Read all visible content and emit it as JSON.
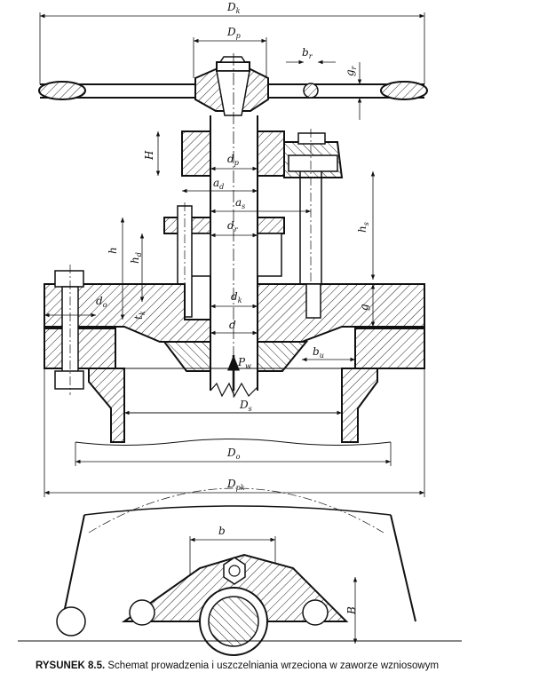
{
  "labels": {
    "Dk": {
      "main": "D",
      "sub": "k"
    },
    "Dp": {
      "main": "D",
      "sub": "p"
    },
    "br": {
      "main": "b",
      "sub": "r"
    },
    "gr": {
      "main": "g",
      "sub": "r"
    },
    "H": {
      "main": "H",
      "sub": ""
    },
    "dp": {
      "main": "d",
      "sub": "p"
    },
    "ad": {
      "main": "a",
      "sub": "d"
    },
    "as": {
      "main": "a",
      "sub": "s"
    },
    "hs": {
      "main": "h",
      "sub": "s"
    },
    "dr": {
      "main": "d",
      "sub": "r"
    },
    "h": {
      "main": "h",
      "sub": ""
    },
    "hd": {
      "main": "h",
      "sub": "d"
    },
    "do": {
      "main": "d",
      "sub": "o"
    },
    "tk": {
      "main": "t",
      "sub": "k"
    },
    "dk": {
      "main": "d",
      "sub": "k"
    },
    "g": {
      "main": "g",
      "sub": ""
    },
    "d": {
      "main": "d",
      "sub": ""
    },
    "Pw": {
      "main": "P",
      "sub": "w"
    },
    "bu": {
      "main": "b",
      "sub": "u"
    },
    "Ds": {
      "main": "D",
      "sub": "s"
    },
    "Do": {
      "main": "D",
      "sub": "o"
    },
    "Dpk": {
      "main": "D",
      "sub": "pk"
    },
    "b": {
      "main": "b",
      "sub": ""
    },
    "B": {
      "main": "B",
      "sub": ""
    }
  },
  "caption": {
    "number": "RYSUNEK 8.5.",
    "text": "Schemat prowadzenia i uszczelniania wrzeciona w zaworze wzniosowym"
  }
}
